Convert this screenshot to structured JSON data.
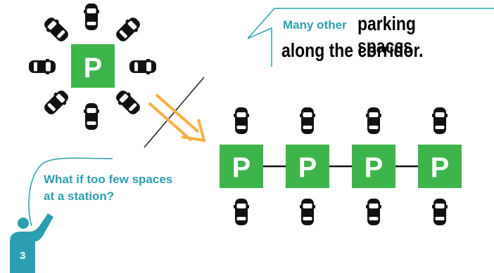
{
  "station_lot": {
    "sign": "P",
    "color": "#3db54a"
  },
  "corridor_lots": {
    "signs": [
      "P",
      "P",
      "P",
      "P"
    ],
    "color": "#3db54a"
  },
  "question_bubble": {
    "line1": "What if too few spaces",
    "line2": "at a station?"
  },
  "corridor_callout": {
    "small": "Many other",
    "big_line1": "parking spaces",
    "big_line2": "along the corridor."
  },
  "presenter": {
    "number": "3",
    "color": "#2a9fb0"
  },
  "arrow_color": "#f5b041",
  "accent_color": "#2a9fb0"
}
